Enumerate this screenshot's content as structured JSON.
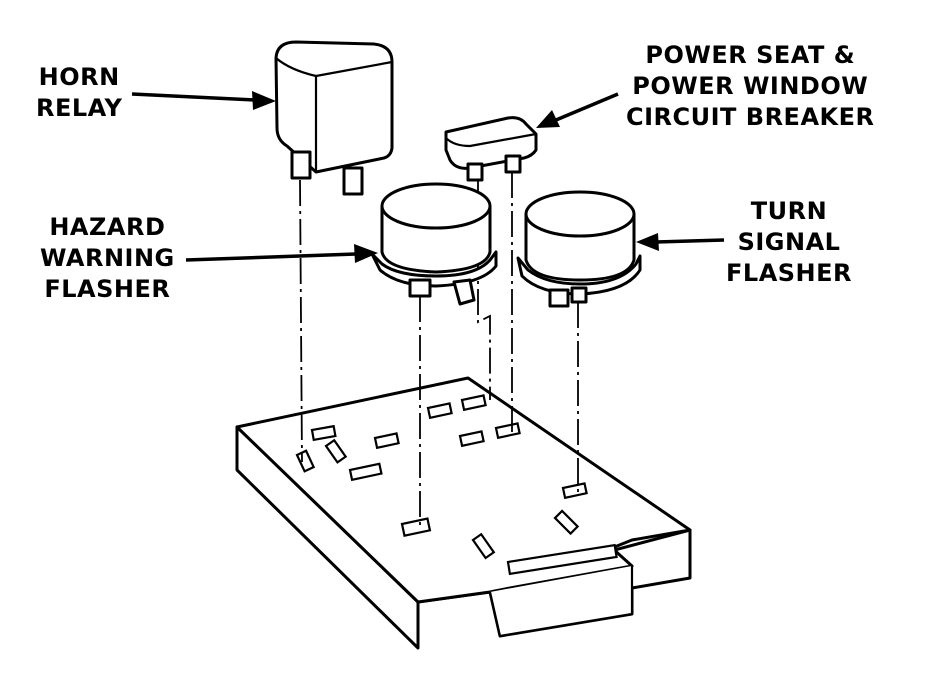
{
  "labels": {
    "horn_relay": [
      "HORN",
      "RELAY"
    ],
    "circuit_breaker": [
      "POWER SEAT &",
      "POWER WINDOW",
      "CIRCUIT BREAKER"
    ],
    "hazard_flasher": [
      "HAZARD",
      "WARNING",
      "FLASHER"
    ],
    "turn_flasher": [
      "TURN",
      "SIGNAL",
      "FLASHER"
    ]
  }
}
